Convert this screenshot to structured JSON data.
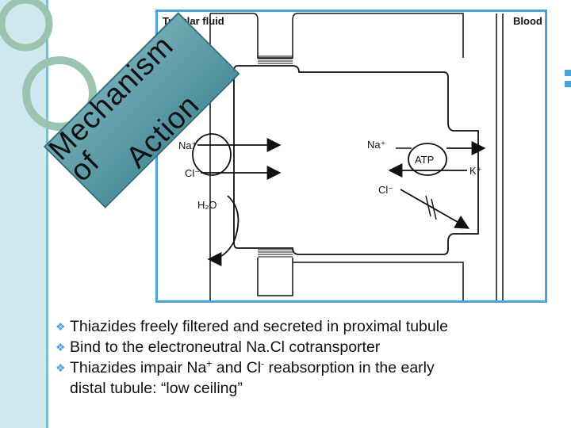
{
  "slide": {
    "title_line1": "Mechanism of",
    "title_line2": "Action"
  },
  "diagram": {
    "tubular_fluid": "Tubular fluid",
    "blood": "Blood",
    "na_lumen": "Na⁺",
    "cl_lumen": "Cl⁻",
    "h2o": "H₂O",
    "na_cell": "Na⁺",
    "atp": "ATP",
    "k": "K⁺",
    "cl_cell": "Cl⁻"
  },
  "bullets": [
    {
      "text": "Thiazides freely filtered and secreted in proximal tubule"
    },
    {
      "text": "Bind to the electroneutral Na.Cl cotransporter"
    },
    {
      "pre": "Thiazides impair Na",
      "sup1": "+",
      "mid": " and Cl",
      "sup2": "-",
      "post": " reabsorption in the early",
      "cont": "distal tubule: “low ceiling”"
    }
  ],
  "colors": {
    "accent": "#4aa3df",
    "banner": "#5a9aa5",
    "circle": "#9ac4b0"
  }
}
